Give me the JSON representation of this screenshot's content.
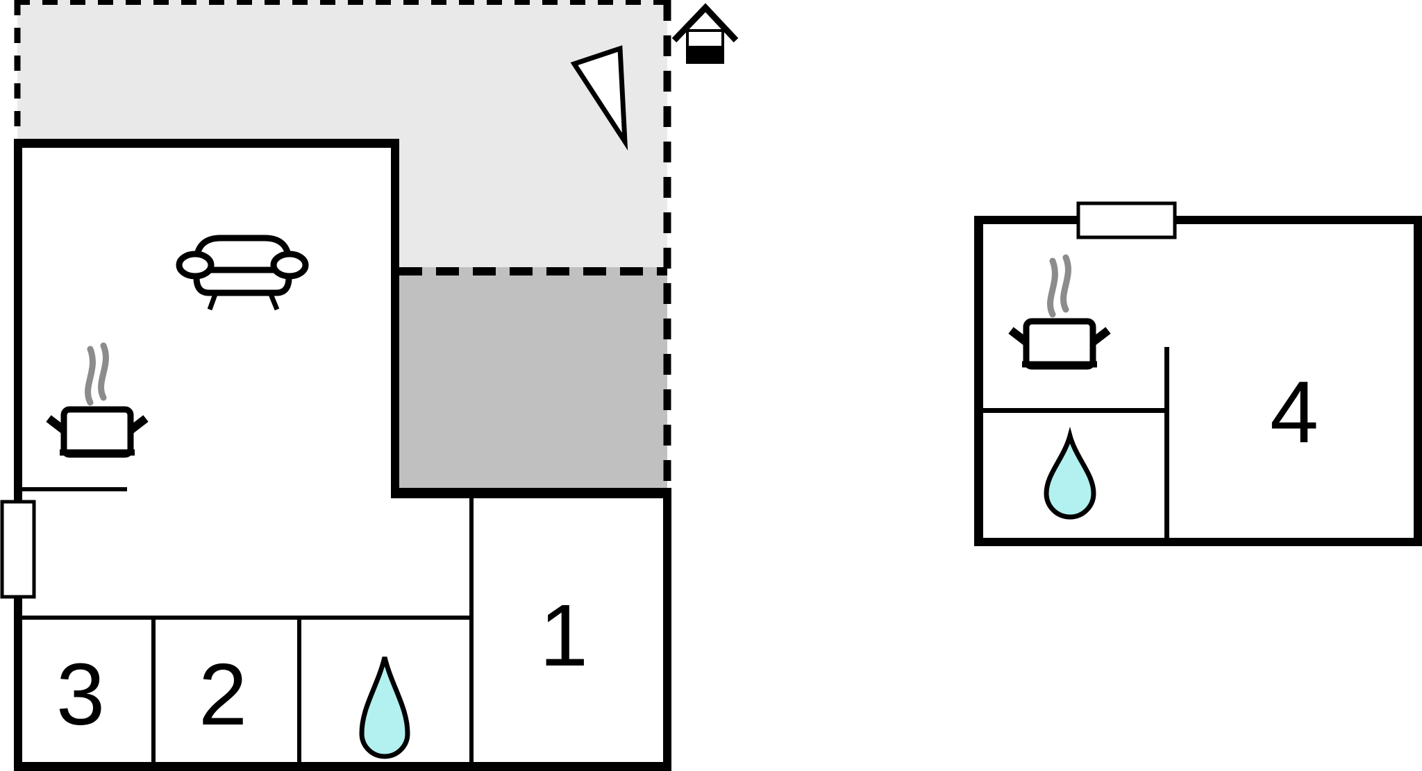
{
  "page": {
    "type": "floor-plan",
    "background": "#ffffff"
  },
  "colors": {
    "wall": "#000000",
    "terrace_light": "#e9e9e9",
    "terrace_dark": "#c0c0c0",
    "water": "#b2f1ef",
    "steam": "#8c8c8c",
    "white": "#ffffff"
  },
  "labels": {
    "room1": "1",
    "room2": "2",
    "room3": "3",
    "room4": "4"
  },
  "main_building": {
    "rooms": [
      {
        "name": "bedroom-1",
        "label": "1"
      },
      {
        "name": "bedroom-2",
        "label": "2"
      },
      {
        "name": "bedroom-3",
        "label": "3"
      },
      {
        "name": "shower-room",
        "icon": "water-drop-icon"
      },
      {
        "name": "living-kitchen",
        "icons": [
          "sofa-icon",
          "cooking-pot-icon"
        ]
      }
    ],
    "window": "window-marker",
    "outdoor_areas": [
      {
        "name": "terrace",
        "style": "dashed-outline",
        "fill": "#e9e9e9"
      },
      {
        "name": "patio",
        "style": "dashed-outline",
        "fill": "#c0c0c0"
      }
    ]
  },
  "annex": {
    "rooms": [
      {
        "name": "room-4",
        "label": "4"
      },
      {
        "name": "kitchen",
        "icon": "cooking-pot-icon"
      },
      {
        "name": "shower-room",
        "icon": "water-drop-icon"
      }
    ],
    "window": "window-marker"
  },
  "symbols": {
    "north_arrow": "north-arrow-icon",
    "house": "house-icon"
  }
}
